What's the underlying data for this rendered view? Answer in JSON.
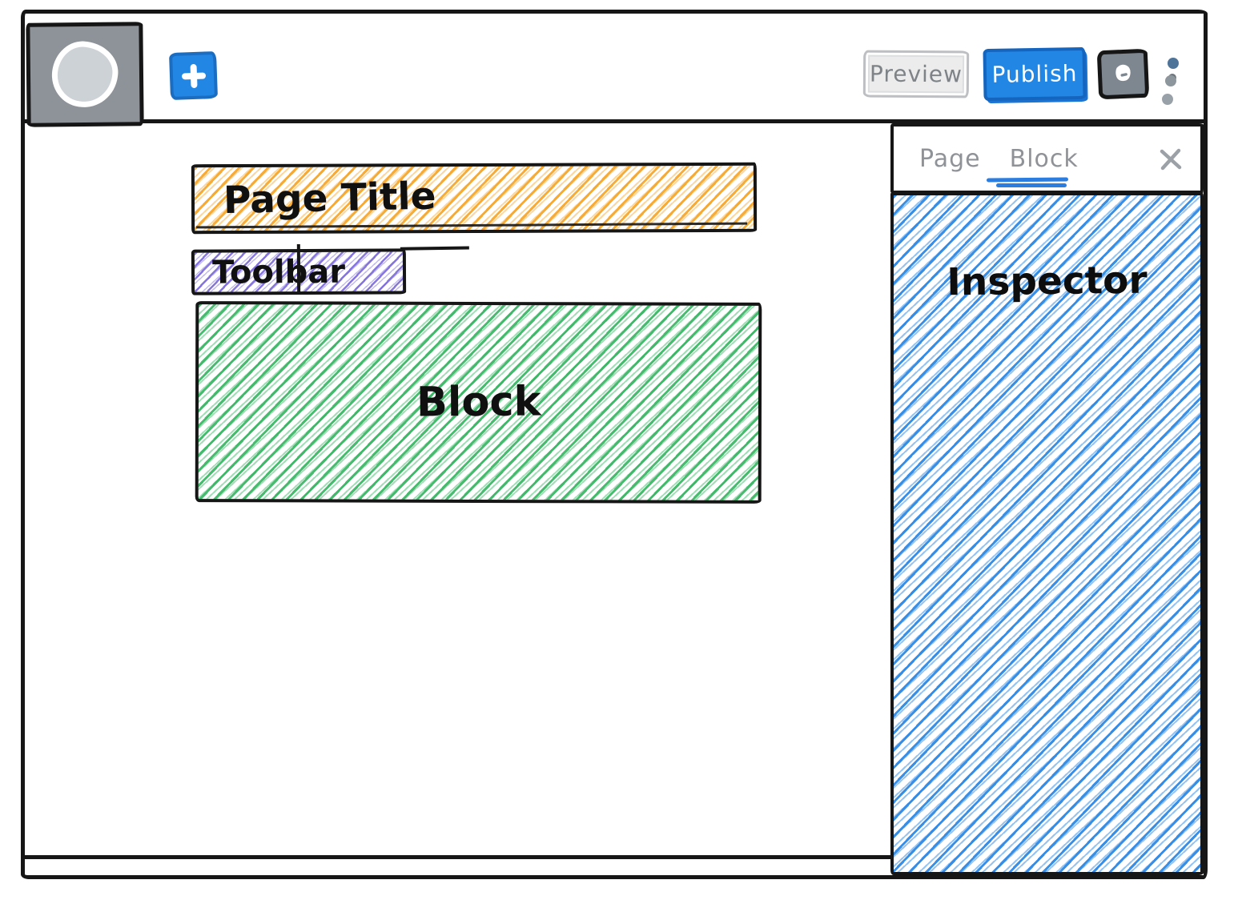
{
  "topbar": {
    "logo_icon": "circle-logo",
    "add_button_icon": "plus",
    "preview_label": "Preview",
    "publish_label": "Publish",
    "tool_button_icon": "chat-bubble",
    "menu_icon": "kebab-dots"
  },
  "canvas": {
    "page_title_label": "Page Title",
    "toolbar_label": "Toolbar",
    "block_label": "Block"
  },
  "inspector": {
    "tabs": [
      {
        "label": "Page",
        "active": false
      },
      {
        "label": "Block",
        "active": true
      }
    ],
    "close_icon": "close-x",
    "panel_label": "Inspector"
  },
  "colors": {
    "sketch_ink": "#161616",
    "primary_blue": "#2286E5",
    "page_title_hatch": "#F6A72B",
    "toolbar_hatch": "#7B68D9",
    "block_hatch": "#33B45F",
    "inspector_hatch": "#2E89E5",
    "active_tab_underline": "#2B7DE0"
  }
}
